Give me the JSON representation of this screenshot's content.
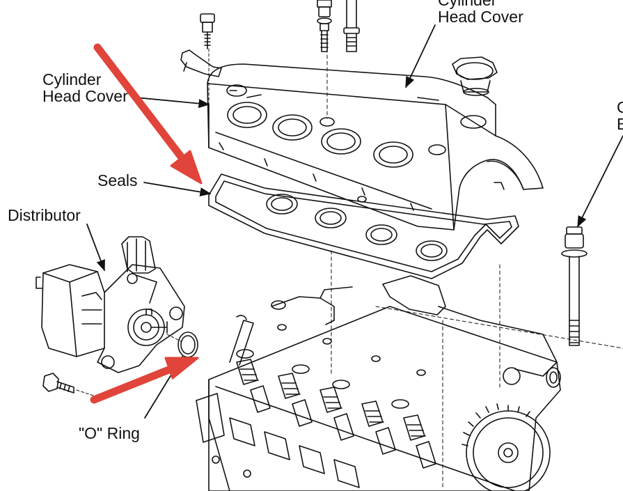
{
  "diagram": {
    "labels": {
      "head_cover_top": [
        "Cylinder",
        "Head Cover"
      ],
      "head_cover_left": [
        "Cylinder",
        "Head Cover"
      ],
      "seals": "Seals",
      "distributor": "Distributor",
      "o_ring": "\"O\" Ring",
      "cut_off_right": [
        "C",
        "B"
      ]
    },
    "colors": {
      "line": "#111111",
      "arrow": "#e0443a",
      "background": "#ffffff"
    }
  }
}
